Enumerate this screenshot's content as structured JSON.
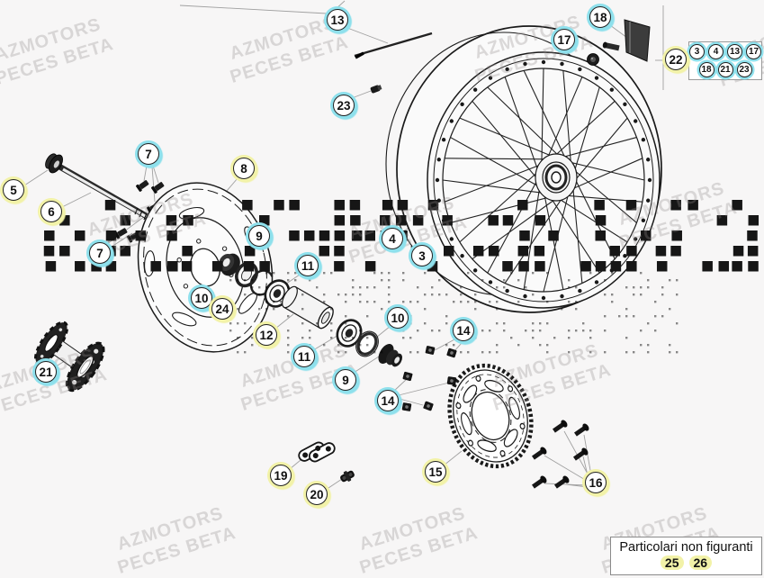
{
  "watermark": {
    "line1": "AZMOTORS",
    "line2": "PECES BETA"
  },
  "labels": {
    "n3": "3",
    "n4": "4",
    "n5": "5",
    "n6": "6",
    "n7": "7",
    "n8": "8",
    "n9": "9",
    "n10": "10",
    "n11": "11",
    "n12": "12",
    "n13": "13",
    "n14": "14",
    "n15": "15",
    "n16": "16",
    "n17": "17",
    "n18": "18",
    "n19": "19",
    "n20": "20",
    "n21": "21",
    "n22": "22",
    "n23": "23",
    "n24": "24"
  },
  "legend": {
    "rows": [
      [
        "3",
        "4",
        "13",
        "17"
      ],
      [
        "18",
        "21",
        "23"
      ]
    ]
  },
  "footer_box": {
    "title": "Particolari non figuranti",
    "items": [
      "25",
      "26"
    ]
  },
  "colors": {
    "highlight_cyan": "#8ee0ec",
    "highlight_yellow": "#f2f2a8",
    "line_art": "#1a1a1a",
    "leader_line": "#a0a0a0",
    "watermark": "rgba(146,138,138,0.30)"
  }
}
